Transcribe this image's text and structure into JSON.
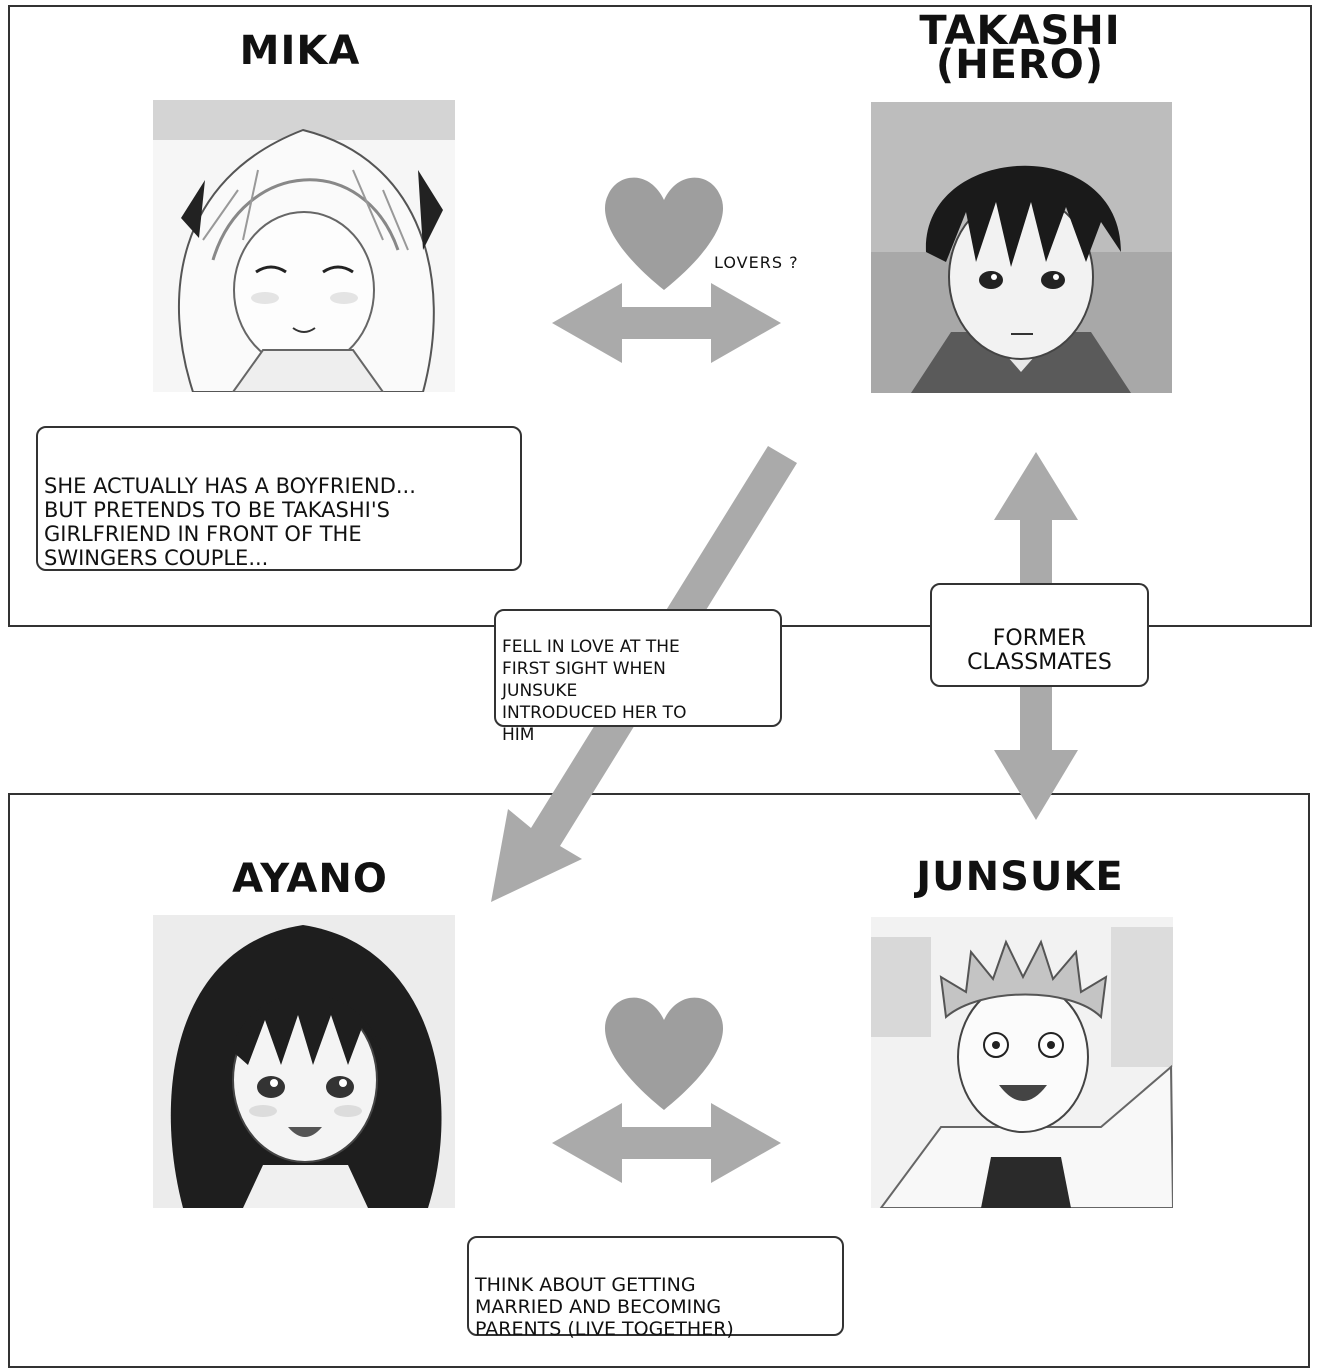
{
  "colors": {
    "arrow": "#aaaaaa",
    "heart": "#9e9e9e",
    "border": "#333333"
  },
  "characters": {
    "mika": {
      "name": "MIKA"
    },
    "takashi": {
      "name": "TAKASHI\n(HERO)"
    },
    "ayano": {
      "name": "AYANO"
    },
    "junsuke": {
      "name": "JUNSUKE"
    }
  },
  "relations": {
    "lovers_label": "LOVERS ?",
    "mika_note": "SHE ACTUALLY HAS A BOYFRIEND...\nBUT PRETENDS TO BE TAKASHI'S\nGIRLFRIEND IN FRONT OF THE\nSWINGERS COUPLE...",
    "fell_in_love": "FELL IN LOVE AT THE\nFIRST SIGHT WHEN\nJUNSUKE\nINTRODUCED HER TO\nHIM",
    "classmates": "FORMER\nCLASSMATES",
    "couple_note": "THINK ABOUT GETTING\nMARRIED AND BECOMING\nPARENTS (LIVE TOGETHER)"
  },
  "icons": [
    "heart-icon",
    "double-arrow-icon",
    "diagonal-arrow-icon",
    "vertical-double-arrow-icon"
  ]
}
